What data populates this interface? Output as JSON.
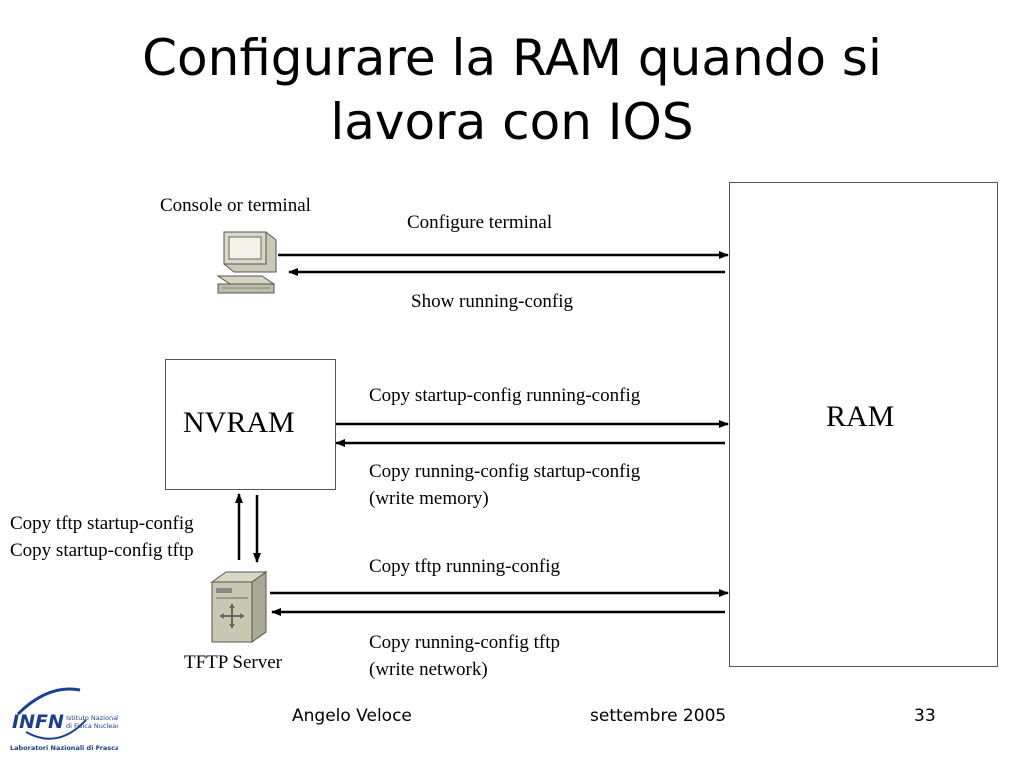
{
  "slide": {
    "title_line1": "Configurare la RAM quando si",
    "title_line2": "lavora con IOS"
  },
  "diagram": {
    "console_label": "Console or terminal",
    "configure_terminal": "Configure terminal",
    "show_running": "Show running-config",
    "nvram_label": "NVRAM",
    "ram_label": "RAM",
    "copy_startup_running": "Copy startup-config  running-config",
    "copy_running_startup": "Copy running-config startup-config",
    "write_memory": "(write memory)",
    "copy_tftp_startup": "Copy tftp startup-config",
    "copy_startup_tftp": "Copy startup-config tftp",
    "copy_tftp_running": "Copy tftp  running-config",
    "copy_running_tftp": "Copy running-config tftp",
    "write_network": "(write network)",
    "tftp_server_label": "TFTP Server"
  },
  "footer": {
    "author": "Angelo Veloce",
    "date": "settembre 2005",
    "page": "33"
  },
  "logo": {
    "brand": "INFN",
    "line1": "Istituto Nazionale",
    "line2": "di Fisica Nucleare",
    "line3": "Laboratori Nazionali di Frascati",
    "color": "#1b3f8f"
  }
}
